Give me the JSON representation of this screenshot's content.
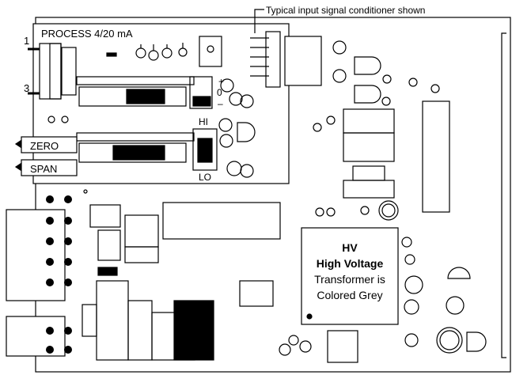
{
  "callout": {
    "text": "Typical input signal conditioner shown"
  },
  "conditioner": {
    "title": "PROCESS 4/20 mA",
    "pin_top": "1",
    "pin_bottom": "3",
    "zero_label": "ZERO",
    "span_label": "SPAN",
    "jumper_plus": "+",
    "jumper_zero": "0",
    "jumper_minus": "–",
    "hi_label": "HI",
    "lo_label": "LO"
  },
  "transformer": {
    "title": "HV",
    "subtitle": "High Voltage",
    "note_line1": "Transformer is",
    "note_line2": "Colored Grey",
    "color": "#ffffff"
  },
  "colors": {
    "ink": "#000000",
    "board": "#ffffff"
  }
}
